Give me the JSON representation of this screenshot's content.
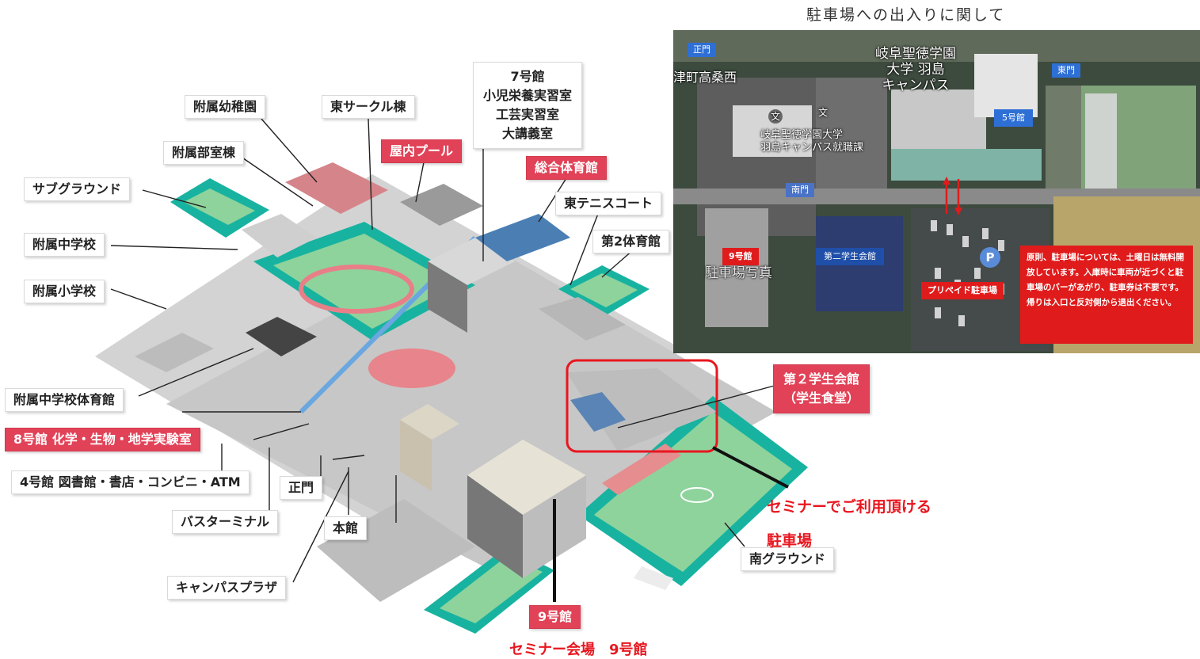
{
  "page": {
    "top_clipped_text": "",
    "heading_right": "駐車場への出入りに関して"
  },
  "campus_labels": {
    "fuzoku_yochien": "附属幼稚園",
    "higashi_circle": "東サークル棟",
    "building7": "7号館\n小児栄養実習室\n工芸実習室\n大講義室",
    "fuzoku_bushitsu": "附属部室棟",
    "indoor_pool": "屋内プール",
    "sogo_gym": "総合体育館",
    "sub_ground": "サブグラウンド",
    "east_tennis": "東テニスコート",
    "fuzoku_chugakko": "附属中学校",
    "gym2": "第2体育館",
    "fuzoku_shogakko": "附属小学校",
    "student_hall2": "第２学生会館\n（学生食堂）",
    "fuzoku_chu_gym": "附属中学校体育館",
    "building8": "8号館 化学・生物・地学実験室",
    "building4": "4号館 図書館・書店・コンビニ・ATM",
    "seimon": "正門",
    "bus_terminal": "バスターミナル",
    "honkan": "本館",
    "campus_plaza": "キャンパスプラザ",
    "minami_ground": "南グラウンド",
    "building9": "9号館"
  },
  "annotations": {
    "seminar_use": "セミナーでご利用頂ける",
    "parking": "駐車場",
    "seminar_venue": "セミナー会場　9号館"
  },
  "aerial": {
    "tag_seimon": "正門",
    "tag_tomon": "東門",
    "tag_bldg5": "5号館",
    "tag_nanmon": "南門",
    "tag_bldg9": "9号館",
    "tag_student_hall2": "第二学生会館",
    "tag_prepaid": "プリペイド駐車場",
    "place_name": "岐阜聖徳学園\n大学 羽島\nキャンパス",
    "town": "津町高桑西",
    "bunkyo_mark": "文",
    "shushoku": "岐阜聖徳学園大学\n羽島キャンパス就職課",
    "photo_overlay": "駐車場写真",
    "parking_pin": "P",
    "notice": "原則、駐車場については、土曜日は無料開放しています。入庫時に車両が近づくと駐車場のバーがあがり、駐車券は不要です。帰りは入口と反対側から退出ください。"
  },
  "colors": {
    "accent_red": "#e14257",
    "alert_red": "#e8161f",
    "teal": "#18b3a0",
    "field_green": "#8ed39c",
    "tag_blue": "#2e6fd6"
  }
}
